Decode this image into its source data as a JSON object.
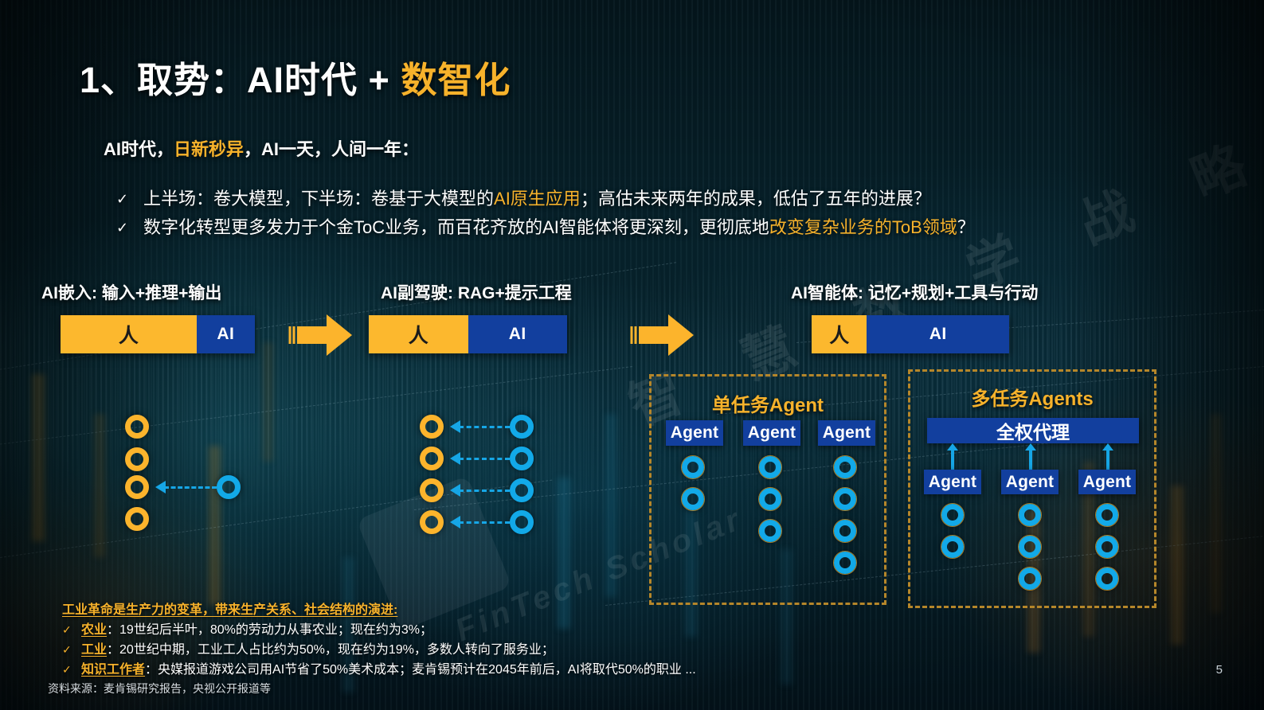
{
  "slide": {
    "page_number": "5",
    "title_prefix": "1、取势：AI时代 + ",
    "title_highlight": "数智化",
    "subtitle_a": "AI时代，",
    "subtitle_hl": "日新秒异",
    "subtitle_b": "，AI一天，人间一年：",
    "accent_orange": "#f7b22b",
    "accent_blue": "#123f9e",
    "accent_cyan": "#16a6e6",
    "bg_dark": "#061a21"
  },
  "bullets": [
    {
      "tick": "✓",
      "pre": "上半场：卷大模型，下半场：卷基于大模型的",
      "hl": "AI原生应用",
      "post": "；高估未来两年的成果，低估了五年的进展？"
    },
    {
      "tick": "✓",
      "pre": "数字化转型更多发力于个金ToC业务，而百花齐放的AI智能体将更深刻，更彻底地",
      "hl": "改变复杂业务的ToB领域",
      "post": "？"
    }
  ],
  "stages": [
    {
      "heading": "AI嵌入: 输入+推理+输出",
      "human_label": "人",
      "ai_label": "AI",
      "human_ratio": 70,
      "ai_ratio": 30
    },
    {
      "heading": "AI副驾驶: RAG+提示工程",
      "human_label": "人",
      "ai_label": "AI",
      "human_ratio": 50,
      "ai_ratio": 50
    },
    {
      "heading": "AI智能体: 记忆+规划+工具与行动",
      "human_label": "人",
      "ai_label": "AI",
      "human_ratio": 28,
      "ai_ratio": 72
    }
  ],
  "diagrams": {
    "embed": {
      "orange_nodes": 4,
      "blue_nodes": 1,
      "arrows": 1
    },
    "copilot": {
      "orange_nodes": 4,
      "blue_nodes": 4,
      "arrows": 4
    }
  },
  "panels": [
    {
      "title": "单任务Agent",
      "agents": [
        {
          "label": "Agent",
          "circles": 2
        },
        {
          "label": "Agent",
          "circles": 3
        },
        {
          "label": "Agent",
          "circles": 4
        }
      ]
    },
    {
      "title": "多任务Agents",
      "proxy_label": "全权代理",
      "agents": [
        {
          "label": "Agent",
          "circles": 2
        },
        {
          "label": "Agent",
          "circles": 3
        },
        {
          "label": "Agent",
          "circles": 3
        }
      ]
    }
  ],
  "footer": {
    "heading": "工业革命是生产力的变革，带来生产关系、社会结构的演进:",
    "rows": [
      {
        "tick": "✓",
        "label": "农业",
        "text": "：19世纪后半叶，80%的劳动力从事农业；现在约为3%；"
      },
      {
        "tick": "✓",
        "label": "工业",
        "text": "：20世纪中期，工业工人占比约为50%，现在约为19%，多数人转向了服务业；"
      },
      {
        "tick": "✓",
        "label": "知识工作者",
        "text": "：央媒报道游戏公司用AI节省了50%美术成本；麦肯锡预计在2045年前后，AI将取代50%的职业 ..."
      }
    ],
    "source": "资料来源：麦肯锡研究报告，央视公开报道等"
  },
  "watermark": {
    "cn": "智 慧 数 学 战 略",
    "en": "FinTech Scholar"
  }
}
